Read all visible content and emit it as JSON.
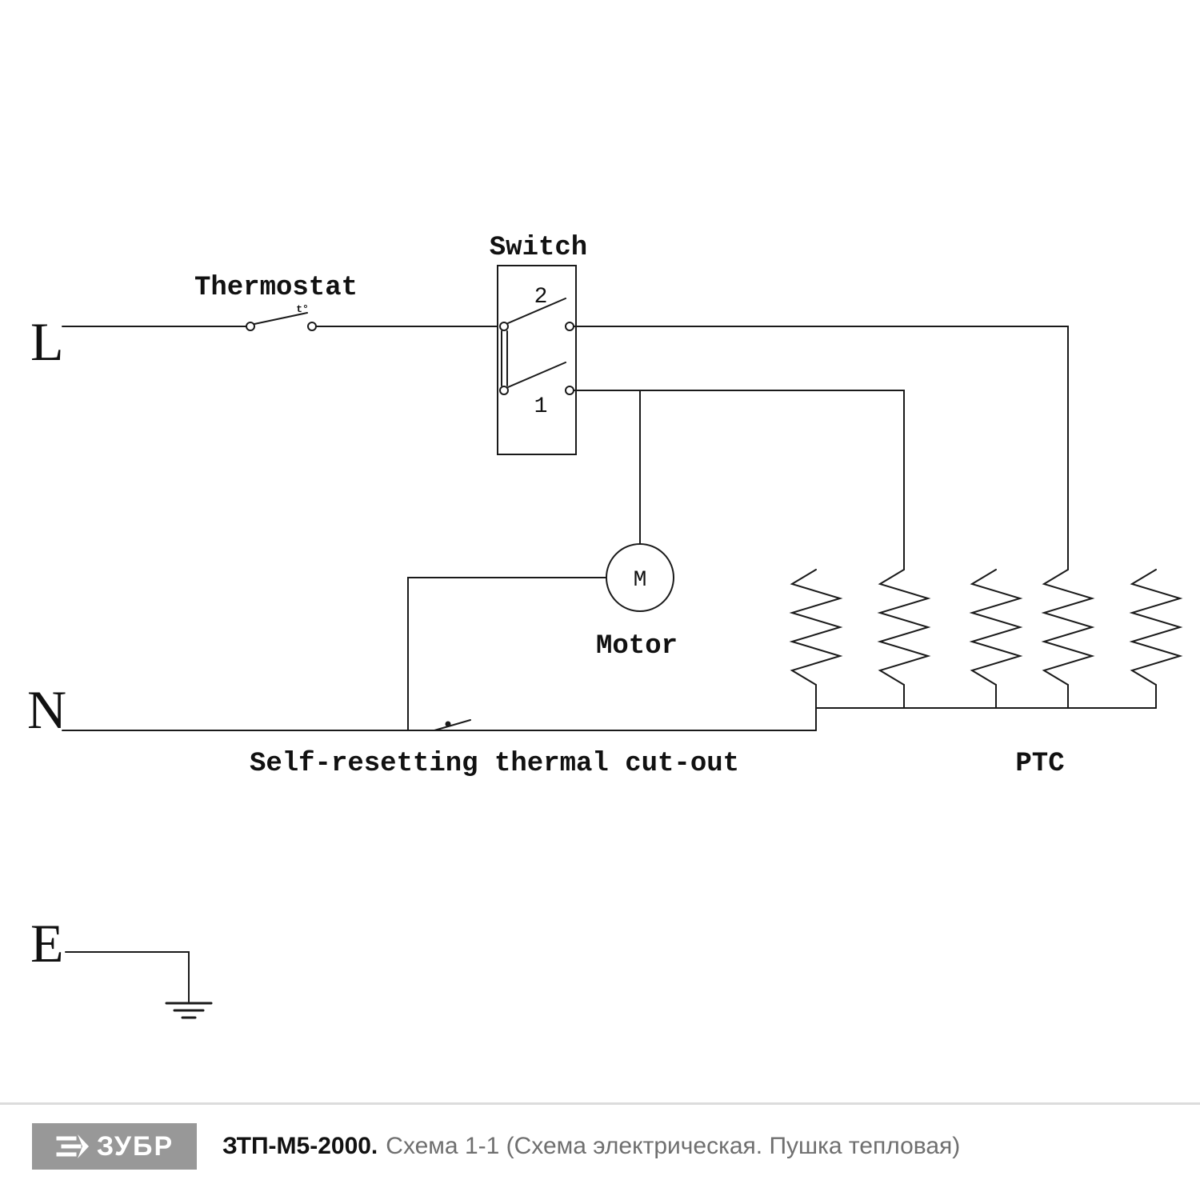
{
  "page": {
    "background": "#ffffff",
    "line_color": "#1a1a1a"
  },
  "schematic": {
    "terminals": {
      "live": "L",
      "neutral": "N",
      "earth": "E"
    },
    "thermostat": {
      "label": "Thermostat",
      "mark": "t°"
    },
    "switch": {
      "label": "Switch",
      "position_high": "2",
      "position_low": "1"
    },
    "motor": {
      "symbol": "M",
      "label": "Motor"
    },
    "cutout": {
      "label": "Self-resetting thermal cut-out"
    },
    "heater": {
      "label": "PTC",
      "element_count": 5
    }
  },
  "footer": {
    "brand": "ЗУБР",
    "model": "ЗТП-М5-2000.",
    "caption": "Схема 1-1 (Схема электрическая. Пушка тепловая)",
    "brand_bg": "#989898",
    "caption_color": "#6f6f6f"
  }
}
